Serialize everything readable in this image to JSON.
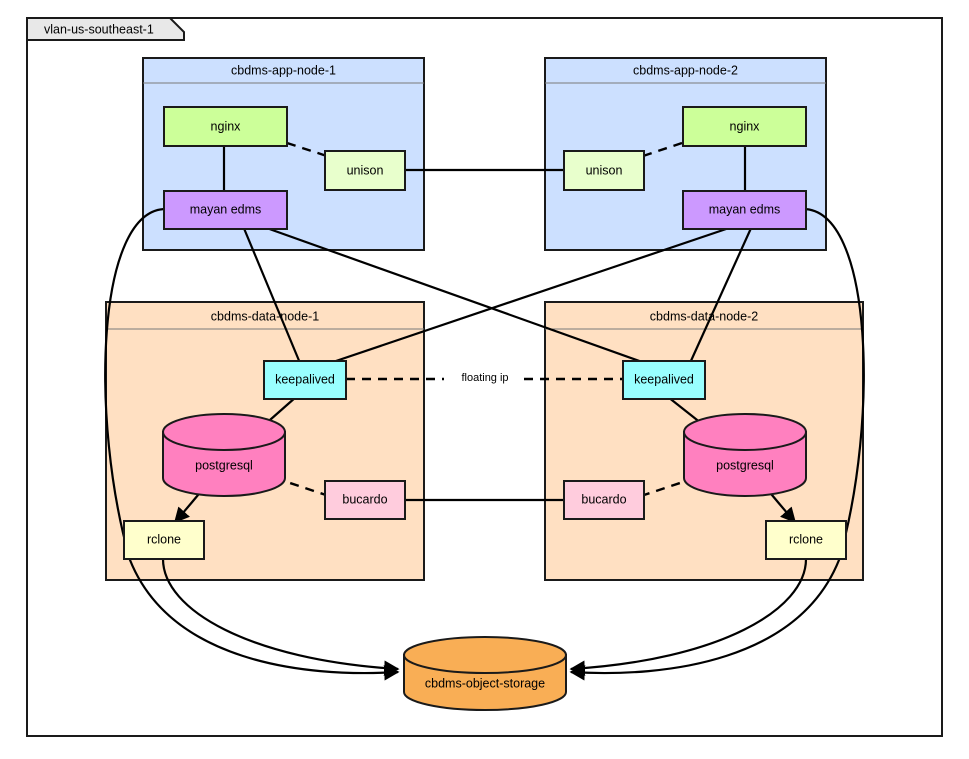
{
  "zone": {
    "label": "vlan-us-southeast-1"
  },
  "groups": [
    {
      "id": "app-node-1",
      "title": "cbdms-app-node-1",
      "color": "#cce0ff"
    },
    {
      "id": "app-node-2",
      "title": "cbdms-app-node-2",
      "color": "#cce0ff"
    },
    {
      "id": "data-node-1",
      "title": "cbdms-data-node-1",
      "color": "#ffe0c2"
    },
    {
      "id": "data-node-2",
      "title": "cbdms-data-node-2",
      "color": "#ffe0c2"
    }
  ],
  "nodes": {
    "nginx_1": {
      "label": "nginx",
      "color": "#ccff99"
    },
    "unison_1": {
      "label": "unison",
      "color": "#e8ffcc"
    },
    "mayan_1": {
      "label": "mayan edms",
      "color": "#cc99ff"
    },
    "nginx_2": {
      "label": "nginx",
      "color": "#ccff99"
    },
    "unison_2": {
      "label": "unison",
      "color": "#e8ffcc"
    },
    "mayan_2": {
      "label": "mayan edms",
      "color": "#cc99ff"
    },
    "keepalived_1": {
      "label": "keepalived",
      "color": "#99ffff"
    },
    "postgresql_1": {
      "label": "postgresql",
      "color": "#ff80bf"
    },
    "bucardo_1": {
      "label": "bucardo",
      "color": "#ffccdd"
    },
    "rclone_1": {
      "label": "rclone",
      "color": "#ffffcc"
    },
    "keepalived_2": {
      "label": "keepalived",
      "color": "#99ffff"
    },
    "postgresql_2": {
      "label": "postgresql",
      "color": "#ff80bf"
    },
    "bucardo_2": {
      "label": "bucardo",
      "color": "#ffccdd"
    },
    "rclone_2": {
      "label": "rclone",
      "color": "#ffffcc"
    },
    "object_storage": {
      "label": "cbdms-object-storage",
      "color": "#f9a köz"
    }
  },
  "storage": {
    "label": "cbdms-object-storage",
    "color": "#f9ae55"
  },
  "edges": {
    "floating_ip": {
      "label": "floating ip",
      "style": "dashed"
    }
  }
}
